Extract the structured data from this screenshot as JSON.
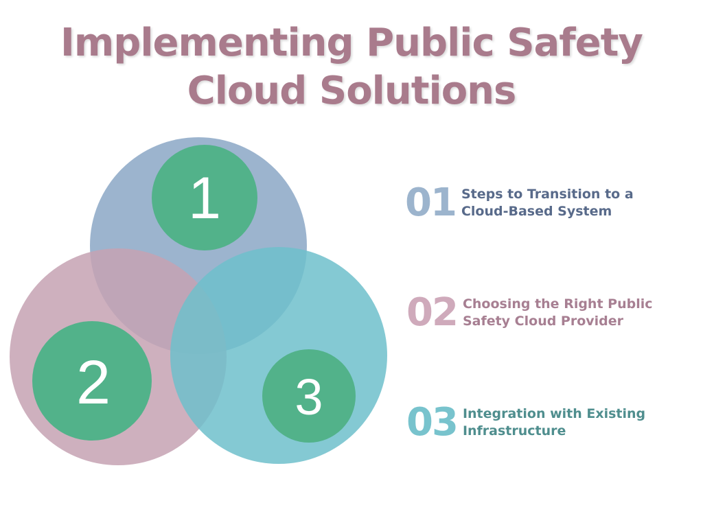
{
  "title": {
    "line1": "Implementing Public Safety",
    "line2": "Cloud Solutions"
  },
  "venn": {
    "circles": [
      {
        "label": "1",
        "fill": "#8eaac7",
        "badge": "#52b28a"
      },
      {
        "label": "2",
        "fill": "#c5a2b3",
        "badge": "#52b28a"
      },
      {
        "label": "3",
        "fill": "#6fbfcb",
        "badge": "#52b28a"
      }
    ]
  },
  "items": [
    {
      "number": "01",
      "line1": "Steps to Transition to a",
      "line2": "Cloud-Based System",
      "number_color": "#9cb4cd",
      "text_color": "#586a8a"
    },
    {
      "number": "02",
      "line1": "Choosing the Right Public",
      "line2": "Safety Cloud Provider",
      "number_color": "#cfaabb",
      "text_color": "#a77f92"
    },
    {
      "number": "03",
      "line1": "Integration with Existing",
      "line2": "Infrastructure",
      "number_color": "#78c3cd",
      "text_color": "#4f8e8e"
    }
  ]
}
